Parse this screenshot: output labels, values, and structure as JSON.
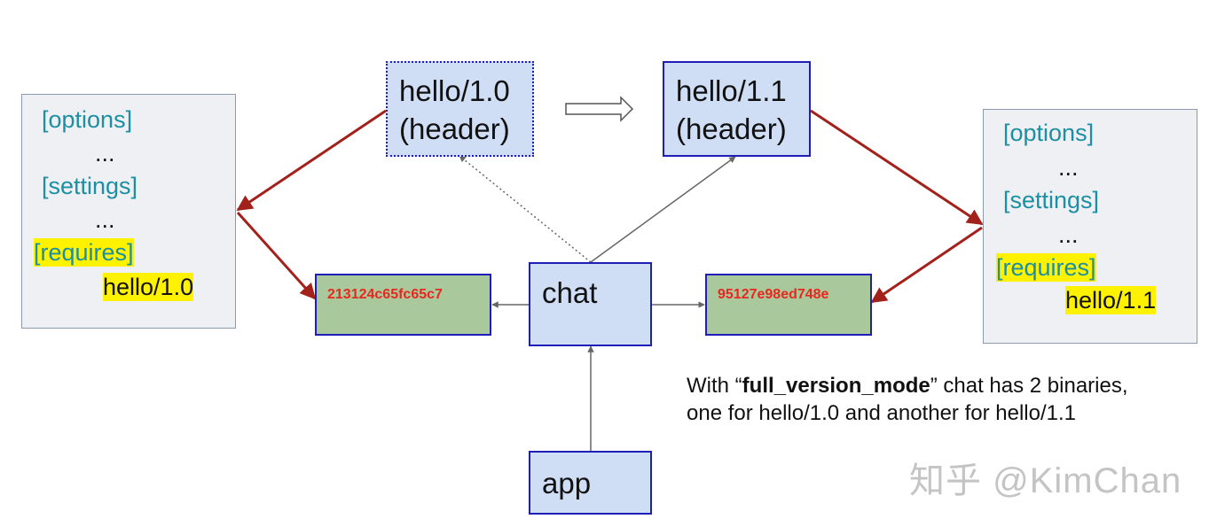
{
  "left_config": {
    "options": "[options]",
    "dots1": "...",
    "settings": "[settings]",
    "dots2": "...",
    "requires": "[requires]",
    "requirement": "hello/1.0"
  },
  "right_config": {
    "options": "[options]",
    "dots1": "...",
    "settings": "[settings]",
    "dots2": "...",
    "requires": "[requires]",
    "requirement": "hello/1.1"
  },
  "hello_old": {
    "line1": "hello/1.0",
    "line2": "(header)"
  },
  "hello_new": {
    "line1": "hello/1.1",
    "line2": "(header)"
  },
  "chat": {
    "label": "chat"
  },
  "app": {
    "label": "app"
  },
  "binary_left": {
    "hash": "213124c65fc65c7"
  },
  "binary_right": {
    "hash": "95127e98ed748e"
  },
  "note": {
    "prefix": "With “",
    "mode": "full_version_mode",
    "suffix": "” chat has 2 binaries,",
    "line2": "one for hello/1.0 and another for hello/1.1"
  },
  "watermark": "知乎 @KimChan",
  "colors": {
    "config_section": "#1b8fa4",
    "highlight": "#fff200",
    "header_box_fill": "#cfdef5",
    "box_border": "#1f1fb8",
    "binary_fill": "#a9c89b",
    "hash_text": "#e8281e",
    "dependency_arrow": "#a3211b"
  }
}
